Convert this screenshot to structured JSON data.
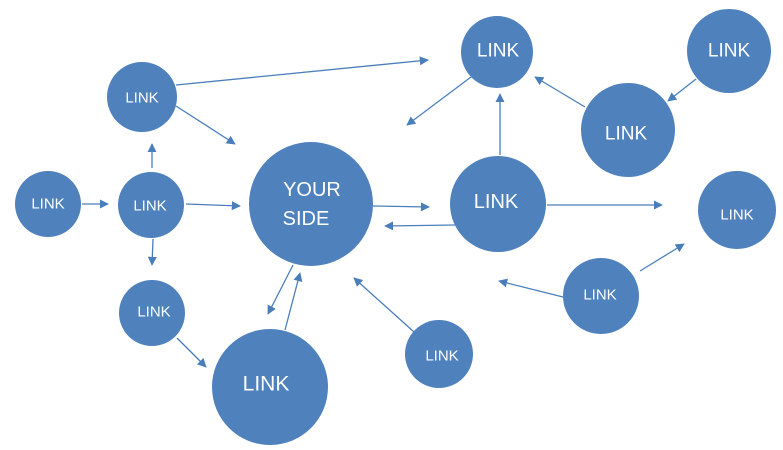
{
  "colors": {
    "node_fill": "#4f81bd",
    "edge": "#4a7ebb",
    "label": "#ffffff"
  },
  "nodes": [
    {
      "id": "center",
      "label": "YOUR SIDE"
    },
    {
      "id": "left-1",
      "label": "LINK"
    },
    {
      "id": "left-2",
      "label": "LINK"
    },
    {
      "id": "top-left",
      "label": "LINK"
    },
    {
      "id": "bottom-left-small",
      "label": "LINK"
    },
    {
      "id": "bottom-big",
      "label": "LINK"
    },
    {
      "id": "bottom-mid",
      "label": "LINK"
    },
    {
      "id": "right-center",
      "label": "LINK"
    },
    {
      "id": "top-center",
      "label": "LINK"
    },
    {
      "id": "top-right",
      "label": "LINK"
    },
    {
      "id": "right-mid",
      "label": "LINK"
    },
    {
      "id": "far-right",
      "label": "LINK"
    },
    {
      "id": "bottom-right",
      "label": "LINK"
    }
  ]
}
